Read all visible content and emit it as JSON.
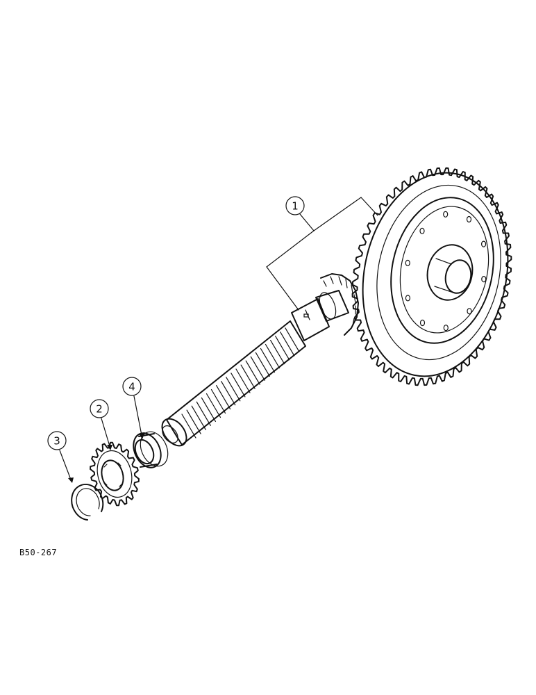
{
  "figure_code": "B50-267",
  "callouts": [
    "1",
    "2",
    "3",
    "4"
  ]
}
